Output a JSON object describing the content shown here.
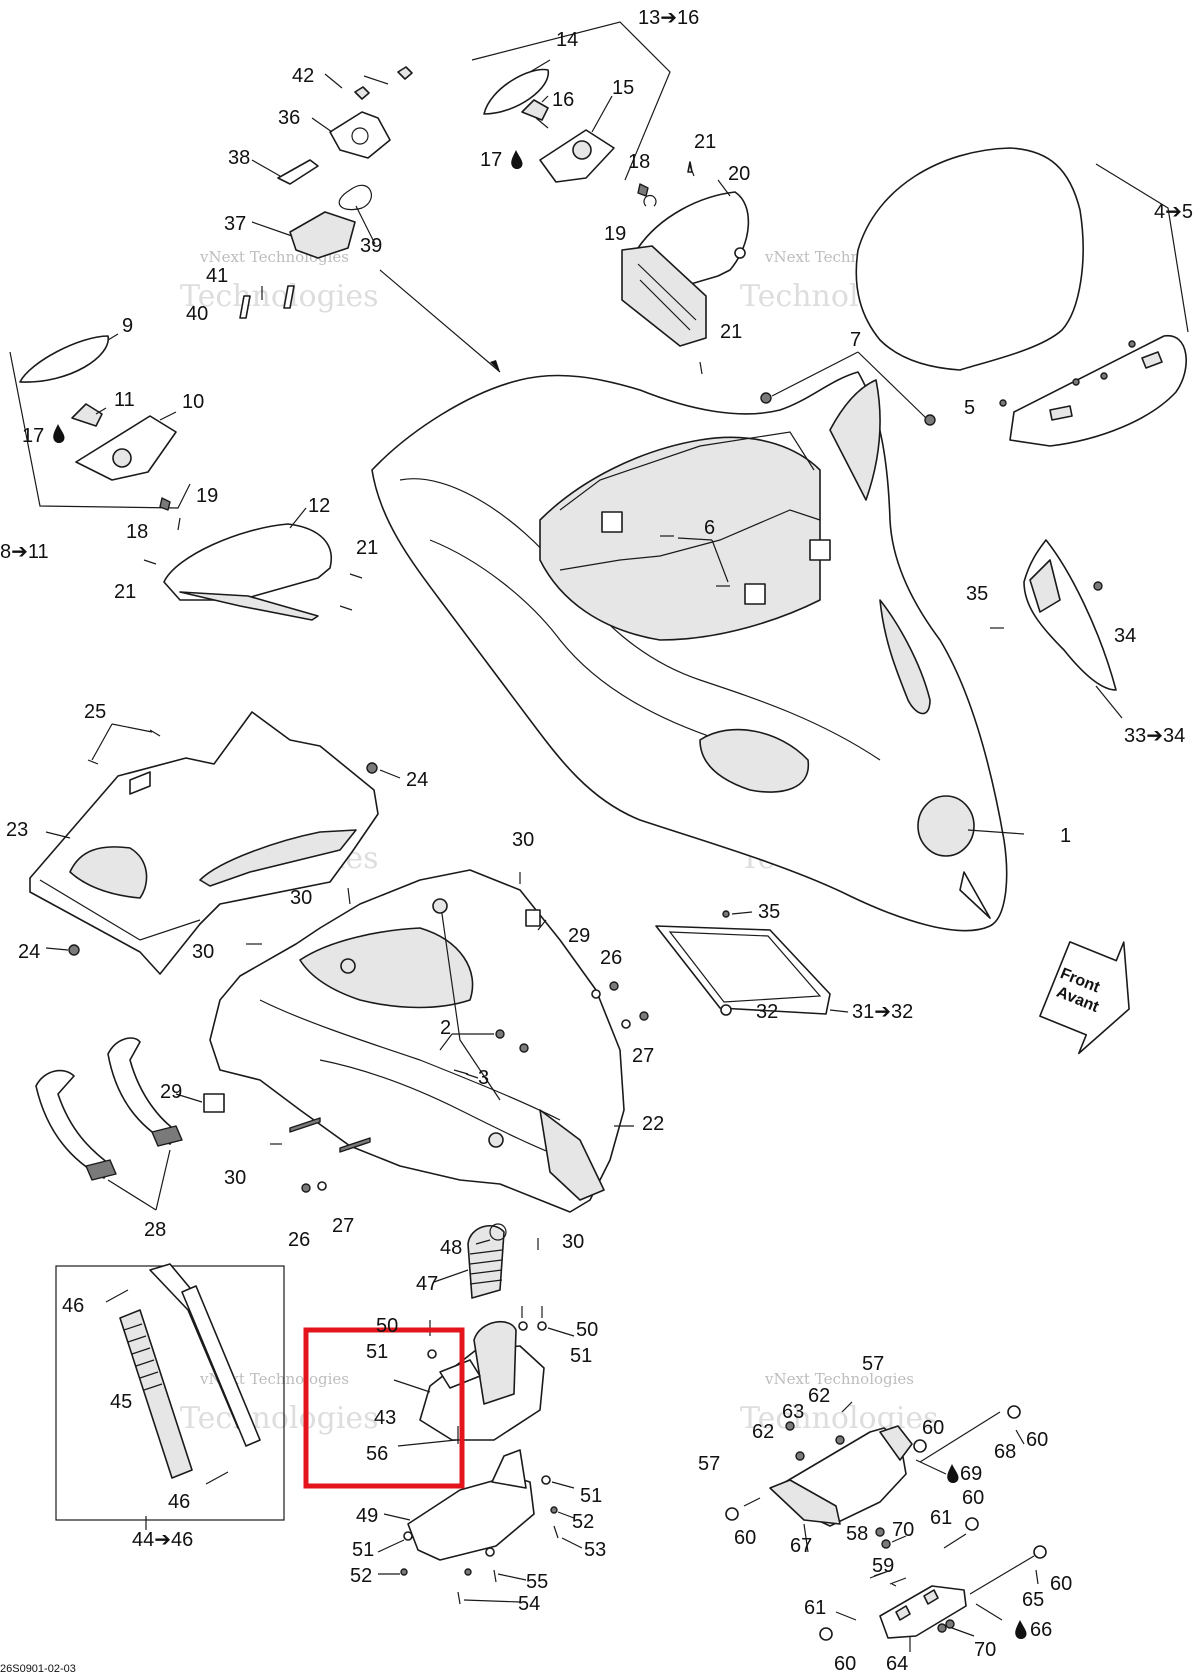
{
  "drawing_id": "26S0901-02-03",
  "watermark": {
    "line1": "vNext Technologies",
    "line2": "Technologies"
  },
  "front_arrow": {
    "line1": "Front",
    "line2": "Avant"
  },
  "highlight_color": "#e3141c",
  "labels": {
    "l1": "1",
    "l2": "2",
    "l3": "3",
    "l4_5": "4➔5",
    "l5": "5",
    "l6": "6",
    "l7": "7",
    "l8_11": "8➔11",
    "l9": "9",
    "l10": "10",
    "l11": "11",
    "l12": "12",
    "l13_16": "13➔16",
    "l14": "14",
    "l15": "15",
    "l16": "16",
    "l17a": "17",
    "l17b": "17",
    "l18a": "18",
    "l18b": "18",
    "l19a": "19",
    "l19b": "19",
    "l20": "20",
    "l21a": "21",
    "l21b": "21",
    "l21c": "21",
    "l21d": "21",
    "l22": "22",
    "l23": "23",
    "l24a": "24",
    "l24b": "24",
    "l25": "25",
    "l26a": "26",
    "l26b": "26",
    "l27a": "27",
    "l27b": "27",
    "l28": "28",
    "l29a": "29",
    "l29b": "29",
    "l30a": "30",
    "l30b": "30",
    "l30c": "30",
    "l30d": "30",
    "l30e": "30",
    "l31_32": "31➔32",
    "l32": "32",
    "l33_34": "33➔34",
    "l34": "34",
    "l35a": "35",
    "l35b": "35",
    "l36": "36",
    "l37": "37",
    "l38": "38",
    "l39": "39",
    "l40": "40",
    "l41": "41",
    "l42": "42",
    "l43": "43",
    "l44_46": "44➔46",
    "l45": "45",
    "l46a": "46",
    "l46b": "46",
    "l47": "47",
    "l48": "48",
    "l49": "49",
    "l50a": "50",
    "l50b": "50",
    "l51a": "51",
    "l51b": "51",
    "l51c": "51",
    "l51d": "51",
    "l52a": "52",
    "l52b": "52",
    "l53": "53",
    "l54": "54",
    "l55": "55",
    "l56": "56",
    "l57a": "57",
    "l57b": "57",
    "l58": "58",
    "l59": "59",
    "l60a": "60",
    "l60b": "60",
    "l60c": "60",
    "l60d": "60",
    "l60e": "60",
    "l60f": "60",
    "l61a": "61",
    "l61b": "61",
    "l62a": "62",
    "l62b": "62",
    "l63": "63",
    "l64": "64",
    "l65": "65",
    "l66": "66",
    "l67": "67",
    "l68": "68",
    "l69": "69",
    "l70a": "70",
    "l70b": "70"
  }
}
